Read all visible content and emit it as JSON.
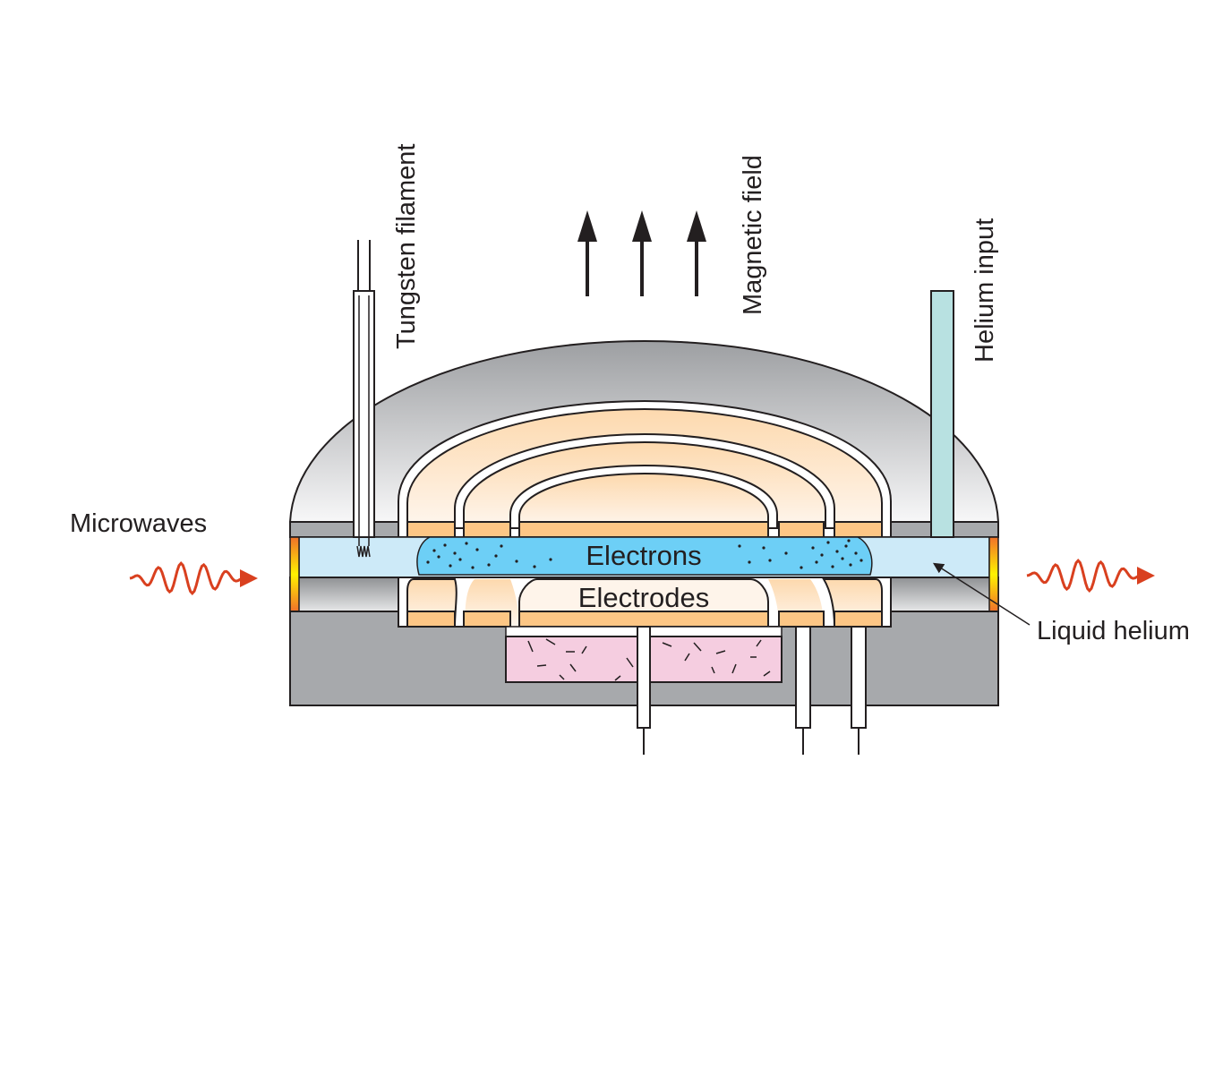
{
  "labels": {
    "tungsten": "Tungsten filament",
    "magnetic": "Magnetic field",
    "helium_input": "Helium input",
    "microwaves": "Microwaves",
    "electrons": "Electrons",
    "electrodes": "Electrodes",
    "liquid_helium": "Liquid helium"
  },
  "colors": {
    "housing_grey": "#a7a9ac",
    "liquid_helium": "#cdeaf8",
    "electrons": "#6dcff6",
    "electrode_plate": "#fdc685",
    "electrode_fill": "#fde0bb",
    "substrate_pink": "#f5cde0",
    "helium_tube": "#b8e1e1",
    "microwave_red": "#d9401f"
  }
}
